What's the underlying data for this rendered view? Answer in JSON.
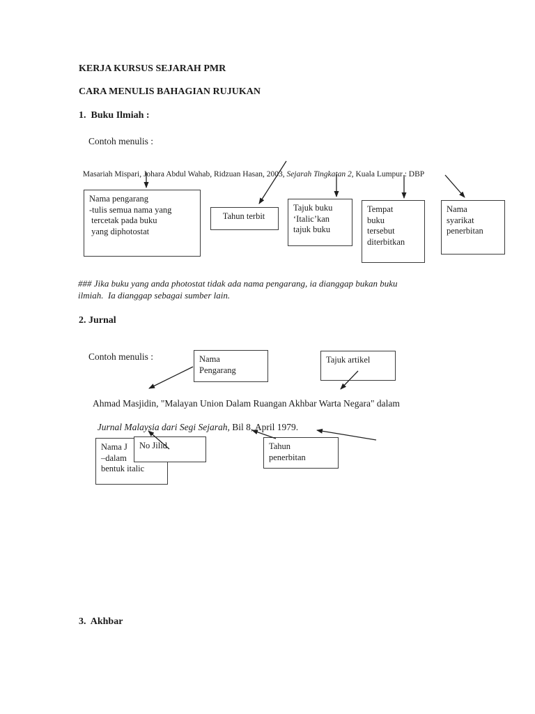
{
  "page": {
    "title": "KERJA KURSUS SEJARAH PMR",
    "subtitle": "CARA MENULIS BAHAGIAN RUJUKAN"
  },
  "section1": {
    "heading": "1.  Buku Ilmiah :",
    "contoh_label": "Contoh menulis :",
    "citation": {
      "prefix": "Masariah Mispari, Johara Abdul Wahab, Ridzuan Hasan, 2003, ",
      "italic": "Sejarah Tingkatan 2",
      "suffix": ", Kuala Lumpur : DBP"
    },
    "boxes": {
      "nama_pengarang": "Nama pengarang\n-tulis semua nama yang\n tercetak pada buku\n yang diphotostat",
      "tahun_terbit": "Tahun terbit",
      "tajuk_buku": "Tajuk buku\n‘Italic’kan\ntajuk buku",
      "tempat_buku": "Tempat\nbuku\ntersebut\nditerbitkan",
      "nama_syarikat": "Nama\nsyarikat\npenerbitan"
    },
    "note": "### Jika buku yang anda photostat tidak ada nama pengarang, ia dianggap bukan buku\nilmiah.  Ia dianggap sebagai sumber lain."
  },
  "section2": {
    "heading": "2. Jurnal",
    "contoh_label": "Contoh menulis :",
    "boxes": {
      "nama_pengarang": "Nama\nPengarang",
      "tajuk_artikel": "Tajuk artikel",
      "nama_jurnal": "Nama J\n–dalam\nbentuk italic",
      "no_jilid": "No Jilid",
      "tahun_penerbitan": "Tahun\npenerbitan"
    },
    "citation": {
      "line1": "Ahmad Masjidin, \"Malayan Union Dalam Ruangan Akhbar Warta Negara\" dalam",
      "line2_italic": "Jurnal Malaysia dari Segi Sejarah,",
      "line2_rest": " Bil 8, April 1979."
    }
  },
  "section3": {
    "heading": "3.  Akhbar"
  },
  "diagram": {
    "line_color": "#1f1f1f",
    "arrows": [
      [
        210,
        247,
        210,
        269
      ],
      [
        411,
        231,
        372,
        292
      ],
      [
        483,
        250,
        483,
        282
      ],
      [
        580,
        251,
        580,
        284
      ],
      [
        639,
        251,
        667,
        283
      ],
      [
        277,
        526,
        214,
        557
      ],
      [
        514,
        532,
        489,
        558
      ],
      [
        243,
        644,
        213,
        618
      ],
      [
        396,
        629,
        362,
        617
      ],
      [
        540,
        631,
        455,
        617
      ]
    ]
  }
}
